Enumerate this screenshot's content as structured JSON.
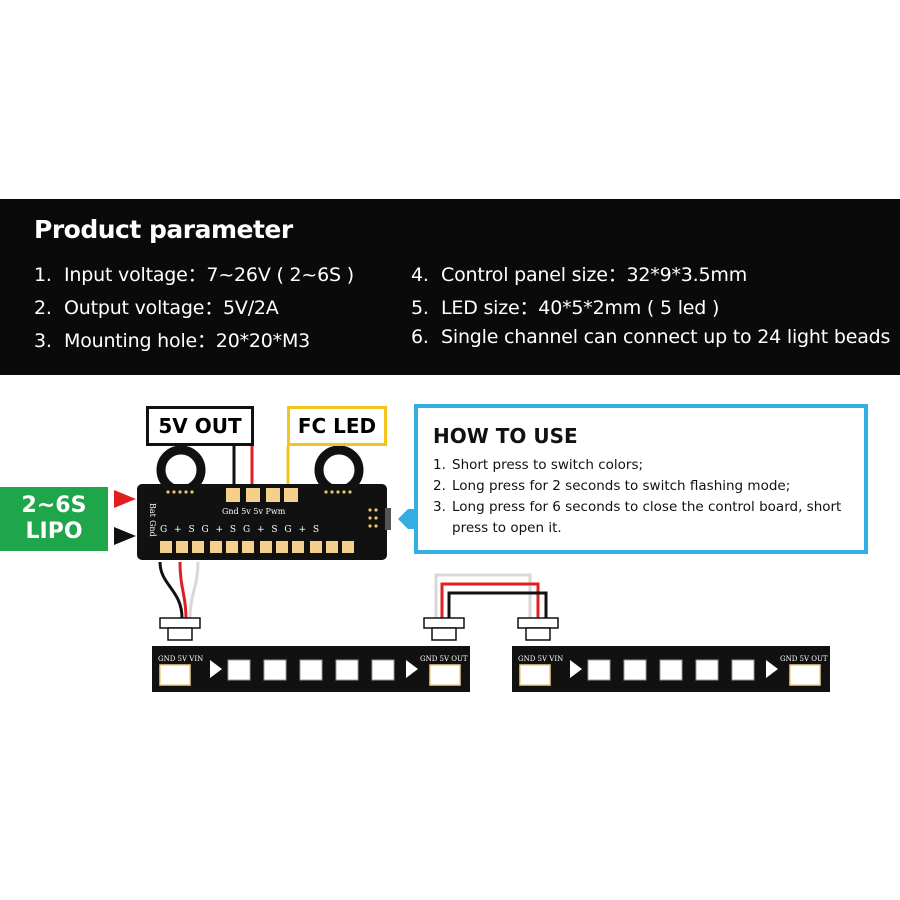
{
  "parameters": {
    "title": "Product parameter",
    "items": [
      {
        "num": "1.",
        "text": "Input voltage：7~26V ( 2~6S )"
      },
      {
        "num": "2.",
        "text": "Output voltage：5V/2A"
      },
      {
        "num": "3.",
        "text": "Mounting hole：20*20*M3"
      },
      {
        "num": "4.",
        "text": "Control panel size：32*9*3.5mm"
      },
      {
        "num": "5.",
        "text": "LED size：40*5*2mm ( 5 led )"
      },
      {
        "num": "6.",
        "text": "Single channel can connect up to 24 light beads"
      }
    ]
  },
  "diagram": {
    "lipo_line1": "2~6S",
    "lipo_line2": "LIPO",
    "label_5v_out": "5V OUT",
    "label_fc_led": "FC LED",
    "board_pads_top": "Gnd  5v  5v  Pwm",
    "board_side_label": "Bat",
    "board_side_label2": "Gnd",
    "board_pins": "G + S G + S G + S G + S",
    "strip_pad_label_in": "GND 5V VIN",
    "strip_pad_label_out": "GND 5V OUT",
    "colors": {
      "red": "#e02020",
      "black": "#111111",
      "yellow": "#f2c41d",
      "blue": "#33aee3",
      "green": "#1fa64a",
      "gold": "#f4d08a"
    }
  },
  "howto": {
    "title": "HOW TO USE",
    "items": [
      {
        "num": "1.",
        "text": "Short press to switch colors;"
      },
      {
        "num": "2.",
        "text": "Long press for 2 seconds to switch flashing mode;"
      },
      {
        "num": "3.",
        "text": "Long press for 6 seconds to close the control board, short press to open it."
      }
    ]
  }
}
